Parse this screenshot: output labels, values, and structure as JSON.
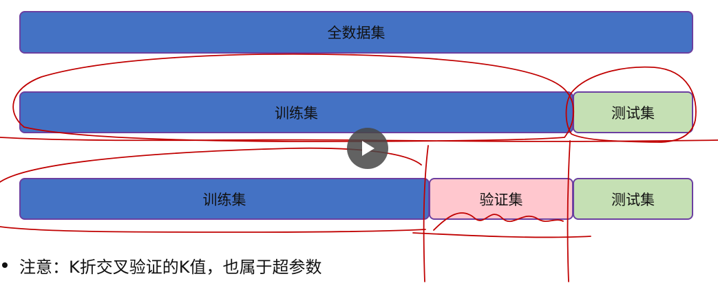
{
  "diagram": {
    "full_dataset_label": "全数据集",
    "row1": {
      "train_label": "训练集",
      "test_label": "测试集"
    },
    "row2": {
      "train_label": "训练集",
      "validation_label": "验证集",
      "test_label": "测试集"
    }
  },
  "colors": {
    "blue": "#4472c4",
    "validation_pink": "#ffc7ce",
    "test_green": "#c5e0b4",
    "border_purple": "#6b3fa0",
    "ink_red": "#c00000"
  },
  "video": {
    "play_icon": "play-icon"
  },
  "note": {
    "text": "注意：K折交叉验证的K值，也属于超参数"
  }
}
